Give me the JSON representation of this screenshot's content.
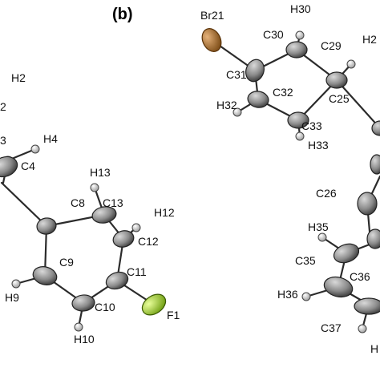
{
  "figure": {
    "panel_label": "(b)",
    "labels": [
      "H2",
      "2",
      "3",
      "H4",
      "C4",
      "H13",
      "C8",
      "C13",
      "H12",
      "C12",
      "C9",
      "C11",
      "H9",
      "C10",
      "F1",
      "H10",
      "Br21",
      "H30",
      "C30",
      "C29",
      "H2",
      "C31",
      "C25",
      "H32",
      "C32",
      "C33",
      "H33",
      "C26",
      "H35",
      "C35",
      "C36",
      "H36",
      "C37",
      "H"
    ],
    "colors": {
      "carbon": "#8a8a8a",
      "hydrogen": "#d8d8d8",
      "bromine": "#b0722a",
      "fluorine": "#9ed62a",
      "bond": "#2b2b2b"
    }
  }
}
